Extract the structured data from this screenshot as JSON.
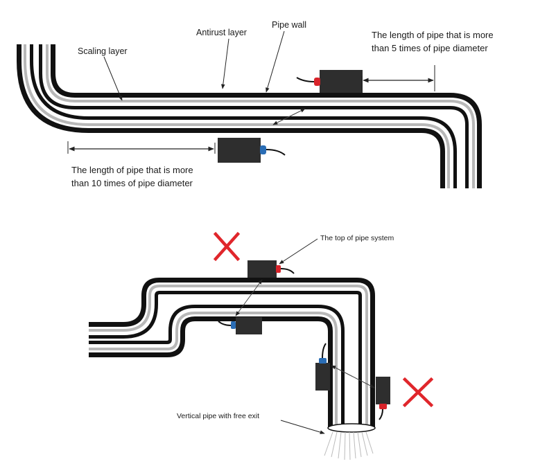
{
  "labels": {
    "antirust_layer": "Antirust layer",
    "pipe_wall": "Pipe wall",
    "scaling_layer": "Scaling layer",
    "length_5_line1": "The length of pipe that is more",
    "length_5_line2": "than 5 times of pipe diameter",
    "length_10_line1": "The length of pipe that is more",
    "length_10_line2": "than 10 times of pipe diameter",
    "top_of_pipe": "The top of pipe system",
    "vertical_pipe": "Vertical pipe with free exit"
  },
  "colors": {
    "pipe_wall": "#111111",
    "scaling_layer": "#b8b8b8",
    "sensor_body": "#2e2e2e",
    "sensor_red": "#d8232a",
    "sensor_blue": "#2a6db5",
    "cross_mark": "#e0262b"
  },
  "icons": {
    "wrong_mark": "cross-icon",
    "sensor": "ultrasonic-sensor-icon"
  }
}
